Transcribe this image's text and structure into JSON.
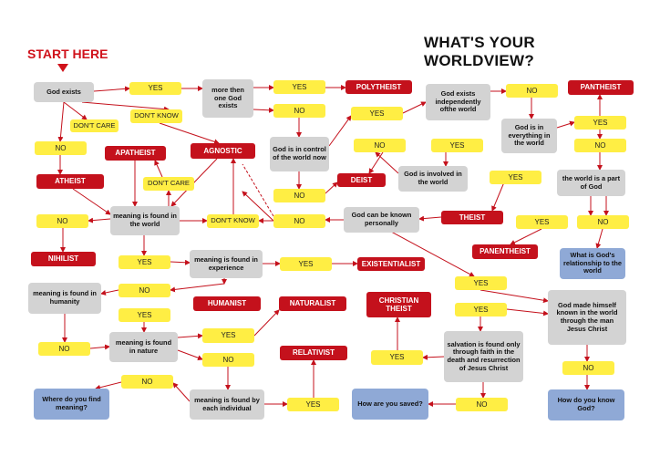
{
  "title": "WHAT'S YOUR WORLDVIEW?",
  "start": "START HERE",
  "colors": {
    "question": "#d3d3d3",
    "answer": "#ffee44",
    "result": "#c4111c",
    "open": "#8fa9d6",
    "line": "#c4111c"
  },
  "nodes": {
    "god_exists": "God exists",
    "yes1": "YES",
    "more_than_one": "more then one God exists",
    "yes2": "YES",
    "polytheist": "POLYTHEIST",
    "god_indep": "God exists independently ofthe world",
    "no_top": "NO",
    "pantheist": "PANTHEIST",
    "dont_care1": "DON'T CARE",
    "dont_know1": "DON'T KNOW",
    "no_more": "NO",
    "yes_control": "YES",
    "god_everything": "God is in everything in the world",
    "yes_pan": "YES",
    "no_left": "NO",
    "apatheist": "APATHEIST",
    "agnostic": "AGNOSTIC",
    "god_control": "God is in control of the world now",
    "no_mid": "NO",
    "yes_indep": "YES",
    "no_every": "NO",
    "atheist": "ATHEIST",
    "dont_care2": "DON'T CARE",
    "god_involved": "God is involved in the world",
    "yes_inv": "YES",
    "deist": "DEIST",
    "world_part": "the world is a part of God",
    "no_control": "NO",
    "no_mean": "NO",
    "meaning_world": "meaning is found in the world",
    "dont_know2": "DON'T KNOW",
    "no_known": "NO",
    "god_known": "God can be known personally",
    "theist": "THEIST",
    "yes_part": "YES",
    "no_part": "NO",
    "nihilist": "NIHILIST",
    "panentheist": "PANENTHEIST",
    "what_relation": "What is God's relationship to the world",
    "yes_world": "YES",
    "meaning_experience": "meaning is found in experience",
    "yes_exp": "YES",
    "existentialist": "EXISTENTIALIST",
    "yes_known": "YES",
    "no_exp": "NO",
    "meaning_humanity": "meaning is found in humanity",
    "humanist": "HUMANIST",
    "naturalist": "NATURALIST",
    "christian_theist": "CHRISTIAN THEIST",
    "yes_jesus": "YES",
    "god_jesus": "God made himself known in the world through the man Jesus Christ",
    "yes_hum": "YES",
    "no_hum": "NO",
    "meaning_nature": "meaning is found in nature",
    "yes_nat": "YES",
    "no_nat": "NO",
    "relativist": "RELATIVIST",
    "salvation": "salvation is found only through faith in the death and resurrection of Jesus Christ",
    "yes_salv": "YES",
    "no_find": "NO",
    "no_jesus": "NO",
    "where_meaning": "Where do you find meaning?",
    "meaning_individual": "meaning is found by each individual",
    "yes_ind": "YES",
    "how_saved": "How are you saved?",
    "no_salv": "NO",
    "how_know": "How do you know God?"
  }
}
